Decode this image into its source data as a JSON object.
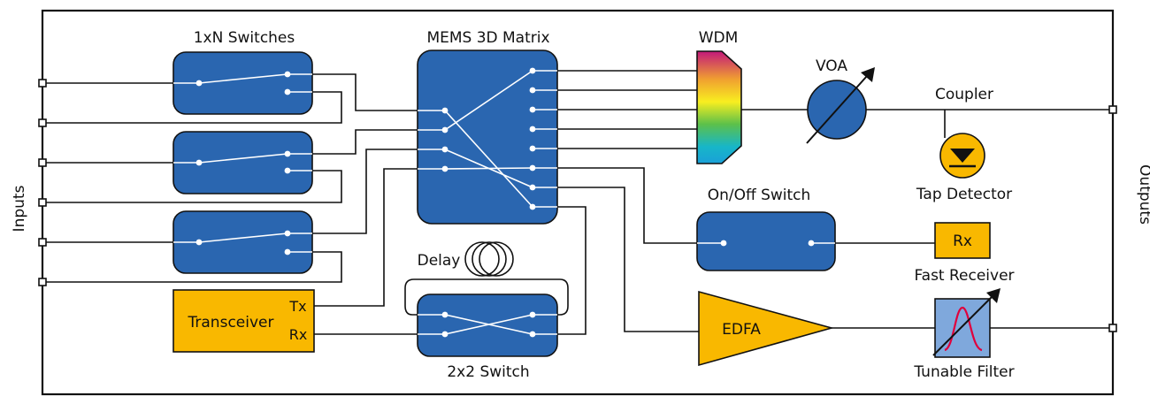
{
  "labels": {
    "inputs": "Inputs",
    "outputs": "Outputs",
    "switches_1xn": "1xN Switches",
    "mems": "MEMS 3D Matrix",
    "wdm": "WDM",
    "voa": "VOA",
    "coupler": "Coupler",
    "tap_detector": "Tap Detector",
    "onoff": "On/Off Switch",
    "rx_box": "Rx",
    "fast_receiver": "Fast Receiver",
    "edfa": "EDFA",
    "tunable_filter": "Tunable Filter",
    "delay": "Delay",
    "switch_2x2": "2x2 Switch",
    "transceiver": "Transceiver",
    "tx": "Tx",
    "rx": "Rx"
  },
  "colors": {
    "block_blue": "#2a66b0",
    "accent_orange": "#f9b800",
    "filter_blue": "#7fa8dc",
    "filter_curve": "#e0003c"
  }
}
